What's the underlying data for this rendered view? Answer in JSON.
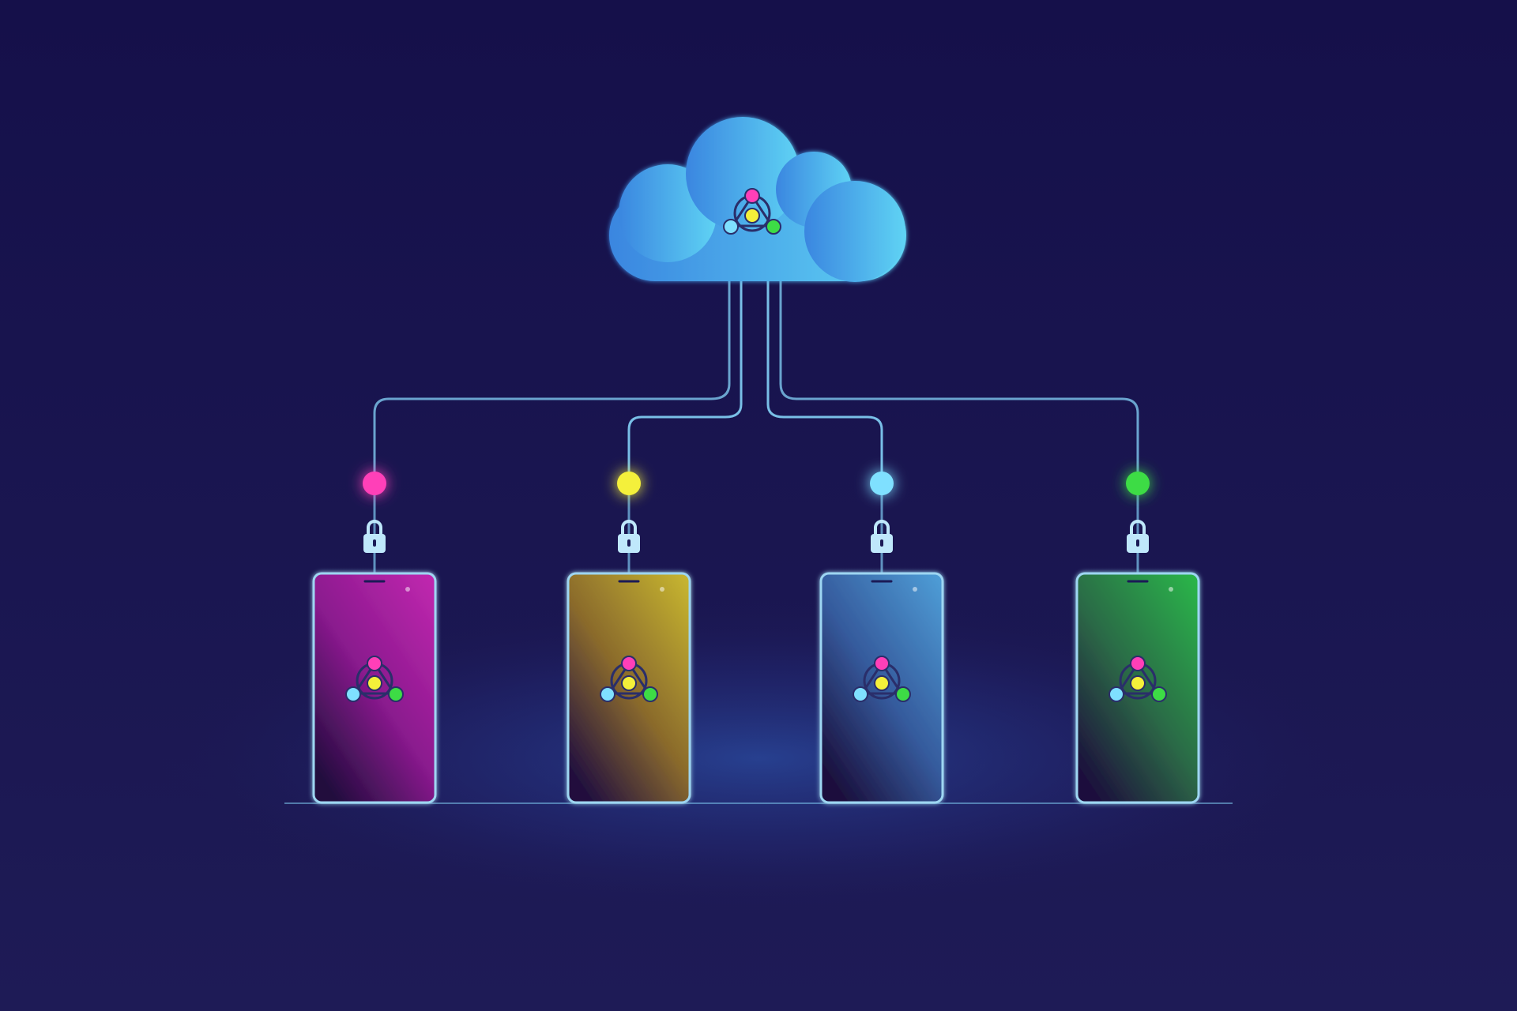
{
  "colors": {
    "background_top": "#15104a",
    "background_bottom": "#1e1b56",
    "cloud_left": "#3a86e0",
    "cloud_right": "#5fd3f4",
    "wire": "#7ec8ef",
    "wire_dim": "#3b6aa8",
    "lock": "#bfe8fb",
    "phone_border": "#9ed6f2",
    "floor_glow": "#3060c0",
    "node_pink": "#ff3fb8",
    "node_yellow": "#f4f03a",
    "node_cyan": "#7fe0ff",
    "node_green": "#3ddc45"
  },
  "cloud": {
    "icon": "network-share-icon"
  },
  "devices": [
    {
      "id": "pink",
      "node_color": "#ff3fb8",
      "screen_top": "#c228b0",
      "screen_mid": "#8a1a8e",
      "screen_bottom": "#220d3e",
      "icon": "padlock-icon"
    },
    {
      "id": "yellow",
      "node_color": "#f4f03a",
      "screen_top": "#c9b830",
      "screen_mid": "#8a6a2c",
      "screen_bottom": "#22103e",
      "icon": "padlock-icon"
    },
    {
      "id": "cyan",
      "node_color": "#7fe0ff",
      "screen_top": "#4f9fd8",
      "screen_mid": "#355a9c",
      "screen_bottom": "#1a0f3c",
      "icon": "padlock-icon"
    },
    {
      "id": "green",
      "node_color": "#3ddc45",
      "screen_top": "#2bb84a",
      "screen_mid": "#2c6a46",
      "screen_bottom": "#1c103c",
      "icon": "padlock-icon"
    }
  ]
}
